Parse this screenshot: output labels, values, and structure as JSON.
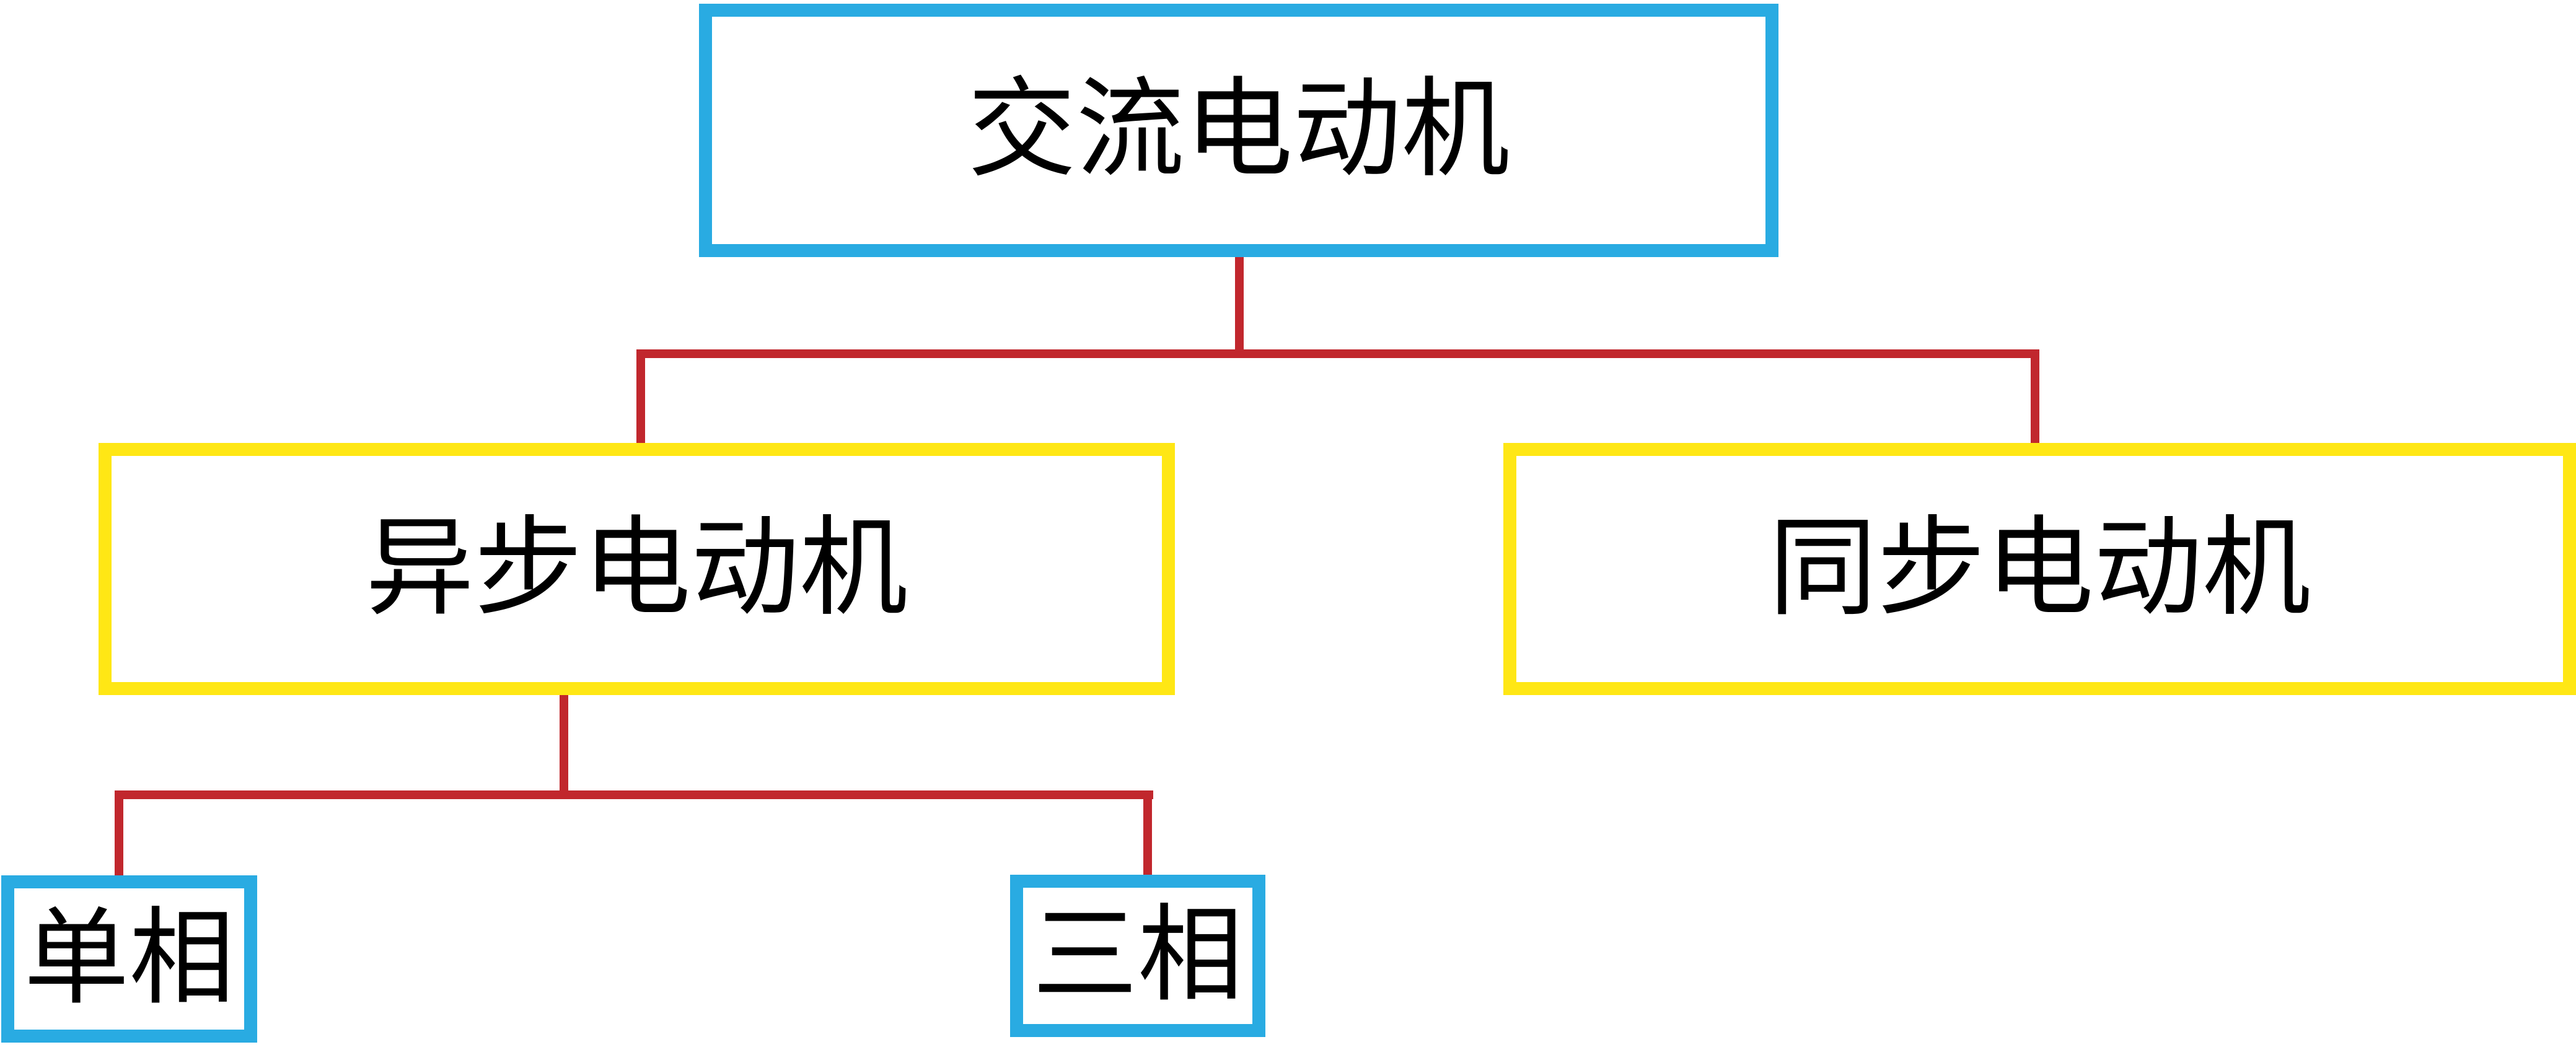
{
  "diagram": {
    "type": "tree",
    "nodes": {
      "root": {
        "label": "交流电动机"
      },
      "async_motor": {
        "label": "异步电动机"
      },
      "sync_motor": {
        "label": "同步电动机"
      },
      "single_phase": {
        "label": "单相"
      },
      "three_phase": {
        "label": "三相"
      }
    },
    "edges": [
      {
        "from": "root",
        "to": "async_motor"
      },
      {
        "from": "root",
        "to": "sync_motor"
      },
      {
        "from": "async_motor",
        "to": "single_phase"
      },
      {
        "from": "async_motor",
        "to": "three_phase"
      }
    ],
    "colors": {
      "blue_border": "#29ABE2",
      "yellow_border": "#FFE715",
      "connector_red": "#C1272D",
      "text": "#000000",
      "background": "#FFFFFF"
    }
  }
}
